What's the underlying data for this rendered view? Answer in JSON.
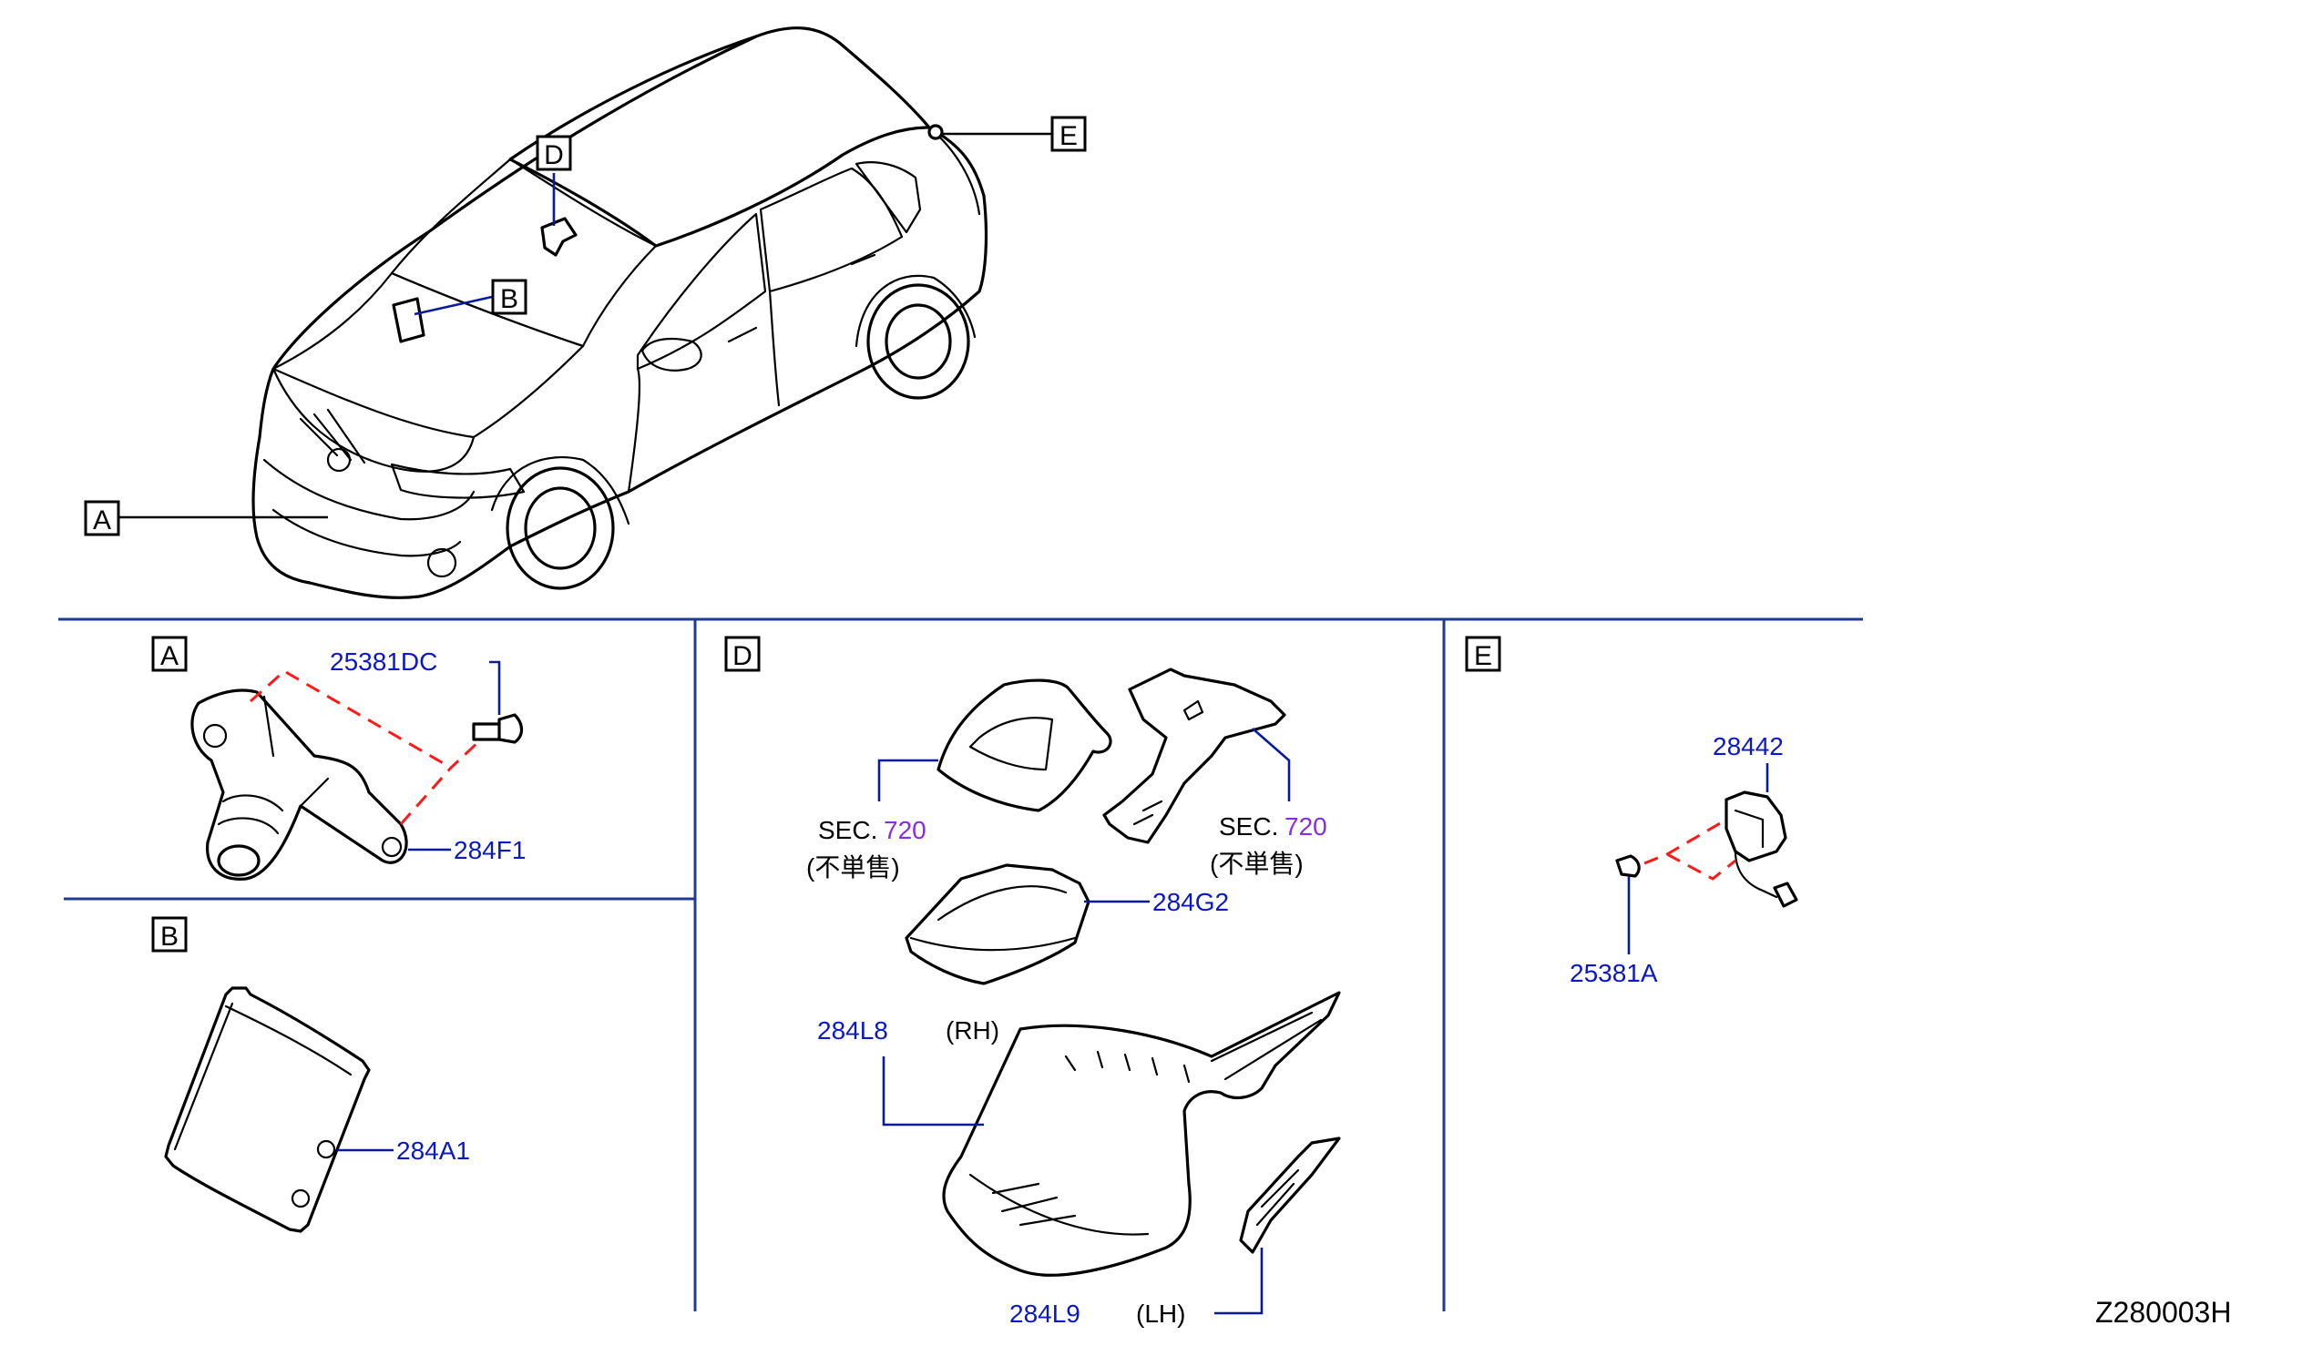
{
  "drawing_id": "Z280003H",
  "view_labels": {
    "A": "A",
    "B": "B",
    "D": "D",
    "E": "E"
  },
  "section_a": {
    "label": "A",
    "parts": [
      "25381DC",
      "284F1"
    ]
  },
  "section_b": {
    "label": "B",
    "parts": [
      "284A1"
    ]
  },
  "section_d": {
    "label": "D",
    "sec_prefix": "SEC.",
    "sec_number": "720",
    "not_sold": "(不単售)",
    "parts": [
      "284G2",
      "284L8",
      "284L9"
    ],
    "rh": "(RH)",
    "lh": "(LH)"
  },
  "section_e": {
    "label": "E",
    "parts": [
      "28442",
      "25381A"
    ]
  },
  "colors": {
    "part_number": "#0a18c8",
    "section_number": "#8a2be2",
    "divider": "#1f3b8f",
    "dashed_fastener_line": "#ff1a1a"
  }
}
